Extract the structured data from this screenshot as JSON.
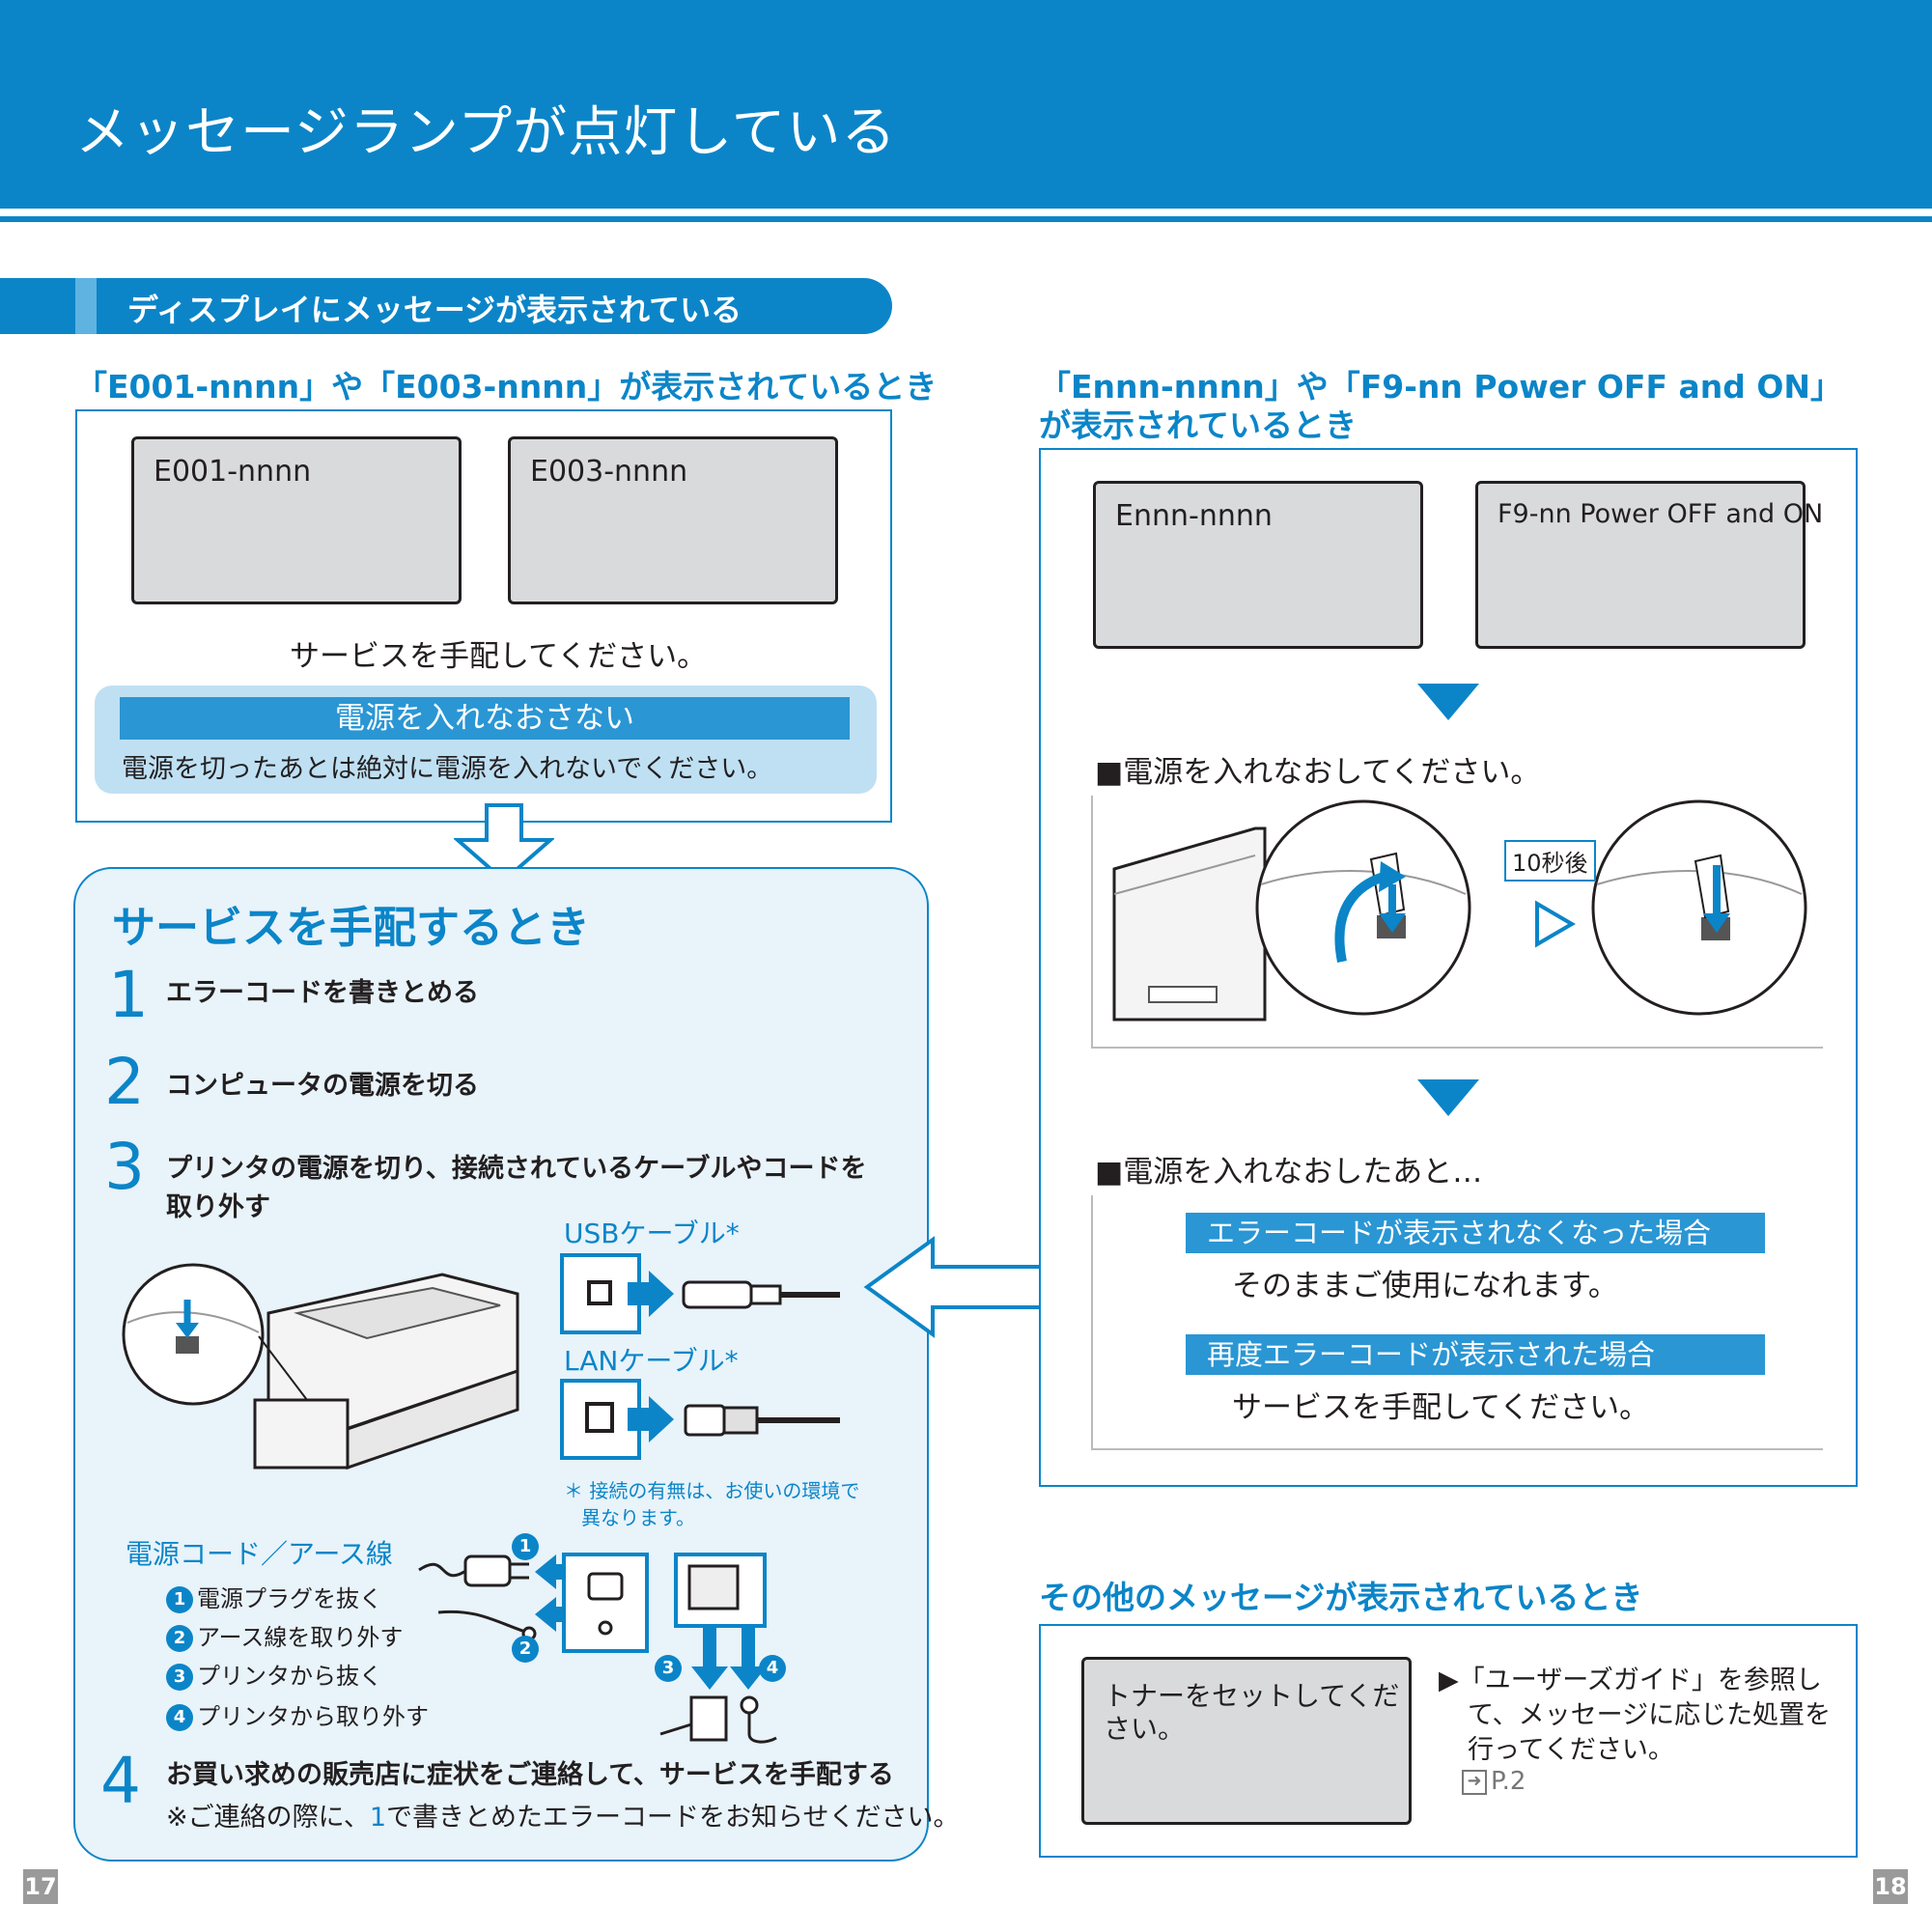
{
  "header": {
    "title": "メッセージランプが点灯している"
  },
  "section": {
    "title": "ディスプレイにメッセージが表示されている"
  },
  "left_block": {
    "heading": "「E001-nnnn」や「E003-nnnn」が表示されているとき",
    "lcd1": "E001-nnnn",
    "lcd2": "E003-nnnn",
    "message": "サービスを手配してください。",
    "warning_title": "電源を入れなおさない",
    "warning_body": "電源を切ったあとは絶対に電源を入れないでください。"
  },
  "service": {
    "title": "サービスを手配するとき",
    "steps": [
      {
        "num": "1",
        "text": "エラーコードを書きとめる"
      },
      {
        "num": "2",
        "text": "コンピュータの電源を切る"
      },
      {
        "num": "3",
        "text": "プリンタの電源を切り、接続されているケーブルやコードを",
        "text2": "取り外す"
      },
      {
        "num": "4",
        "text": "お買い求めの販売店に症状をご連絡して、サービスを手配する",
        "note_prefix": "※ご連絡の際に、",
        "note_num": "1",
        "note_suffix": "で書きとめたエラーコードをお知らせください。"
      }
    ],
    "usb_label": "USBケーブル*",
    "lan_label": "LANケーブル*",
    "footnote_line1": "＊ 接続の有無は、お使いの環境で",
    "footnote_line2": "異なります。",
    "power_heading": "電源コード／アース線",
    "power_items": [
      {
        "num": "1",
        "text": "電源プラグを抜く"
      },
      {
        "num": "2",
        "text": "アース線を取り外す"
      },
      {
        "num": "3",
        "text": "プリンタから抜く"
      },
      {
        "num": "4",
        "text": "プリンタから取り外す"
      }
    ],
    "diagram_nums": [
      "1",
      "2",
      "3",
      "4"
    ]
  },
  "right_block": {
    "heading_line1": "「Ennn-nnnn」や「F9-nn Power OFF and ON」",
    "heading_line2": "が表示されているとき",
    "lcd1": "Ennn-nnnn",
    "lcd2": "F9-nn Power OFF and ON",
    "restart_heading": "■電源を入れなおしてください。",
    "seconds_label": "10秒後",
    "after_heading": "■電源を入れなおしたあと…",
    "case1_label": "エラーコードが表示されなくなった場合",
    "case1_text": "そのままご使用になれます。",
    "case2_label": "再度エラーコードが表示された場合",
    "case2_text": "サービスを手配してください。"
  },
  "other_block": {
    "heading": "その他のメッセージが表示されているとき",
    "lcd": "トナーをセットしてください。",
    "lcd_line1": "トナーをセットしてくだ",
    "lcd_line2": "さい。",
    "ref_line1": "▶「ユーザーズガイド」を参照し",
    "ref_line2": "て、メッセージに応じた処置を",
    "ref_line3": "行ってください。",
    "page_ref": "P.2"
  },
  "pages": {
    "left": "17",
    "right": "18"
  },
  "colors": {
    "brand_blue": "#0b85c8",
    "light_blue": "#bfe0f3",
    "panel_blue": "#e8f3fa",
    "lcd_gray": "#d9dadc"
  }
}
